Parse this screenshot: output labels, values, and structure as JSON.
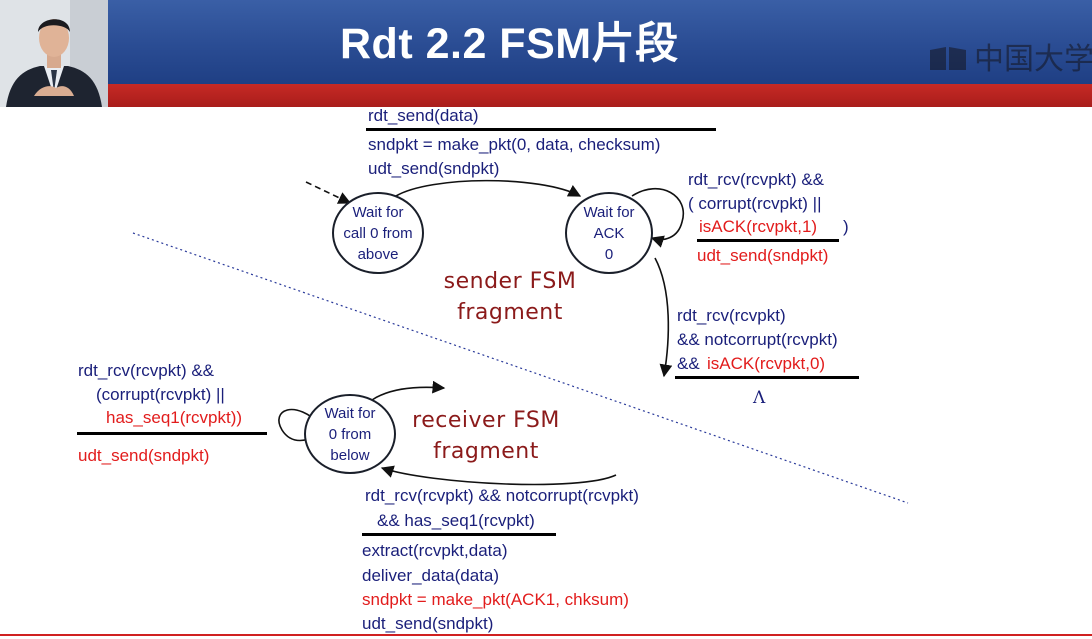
{
  "slide": {
    "title": "Rdt 2.2 FSM片段",
    "watermark": "中国大学"
  },
  "sender": {
    "label_line1": "sender FSM",
    "label_line2": "fragment",
    "state_wait_call": [
      "Wait for",
      "call 0 from",
      "above"
    ],
    "state_wait_ack": [
      "Wait for",
      "ACK",
      "0"
    ],
    "send_event": "rdt_send(data)",
    "send_actions": [
      "sndpkt = make_pkt(0, data, checksum)",
      "udt_send(sndpkt)"
    ],
    "self_loop_event": [
      "rdt_rcv(rcvpkt) &&",
      "( corrupt(rcvpkt) ||",
      "isACK(rcvpkt,1)",
      ")"
    ],
    "self_loop_action": "udt_send(sndpkt)",
    "down_event": [
      "rdt_rcv(rcvpkt)",
      "&& notcorrupt(rcvpkt)",
      "&& ",
      "isACK(rcvpkt,0)"
    ],
    "down_action": "Λ"
  },
  "receiver": {
    "label_line1": "receiver FSM",
    "label_line2": "fragment",
    "state_wait_below": [
      "Wait for",
      "0 from",
      "below"
    ],
    "self_loop_event": [
      "rdt_rcv(rcvpkt) &&",
      "(corrupt(rcvpkt) ||",
      "has_seq1(rcvpkt))"
    ],
    "self_loop_action": "udt_send(sndpkt)",
    "bottom_event": [
      "rdt_rcv(rcvpkt) && notcorrupt(rcvpkt)",
      "&& has_seq1(rcvpkt)"
    ],
    "bottom_actions": [
      "extract(rcvpkt,data)",
      "deliver_data(data)",
      "sndpkt = make_pkt(ACK1, chksum)",
      "udt_send(sndpkt)"
    ]
  },
  "colors": {
    "banner_blue": "#2a4c93",
    "banner_red": "#b52320",
    "text_blue": "#1a1f7a",
    "highlight_red": "#e21c1c",
    "handwriting": "#8b1a1a"
  }
}
